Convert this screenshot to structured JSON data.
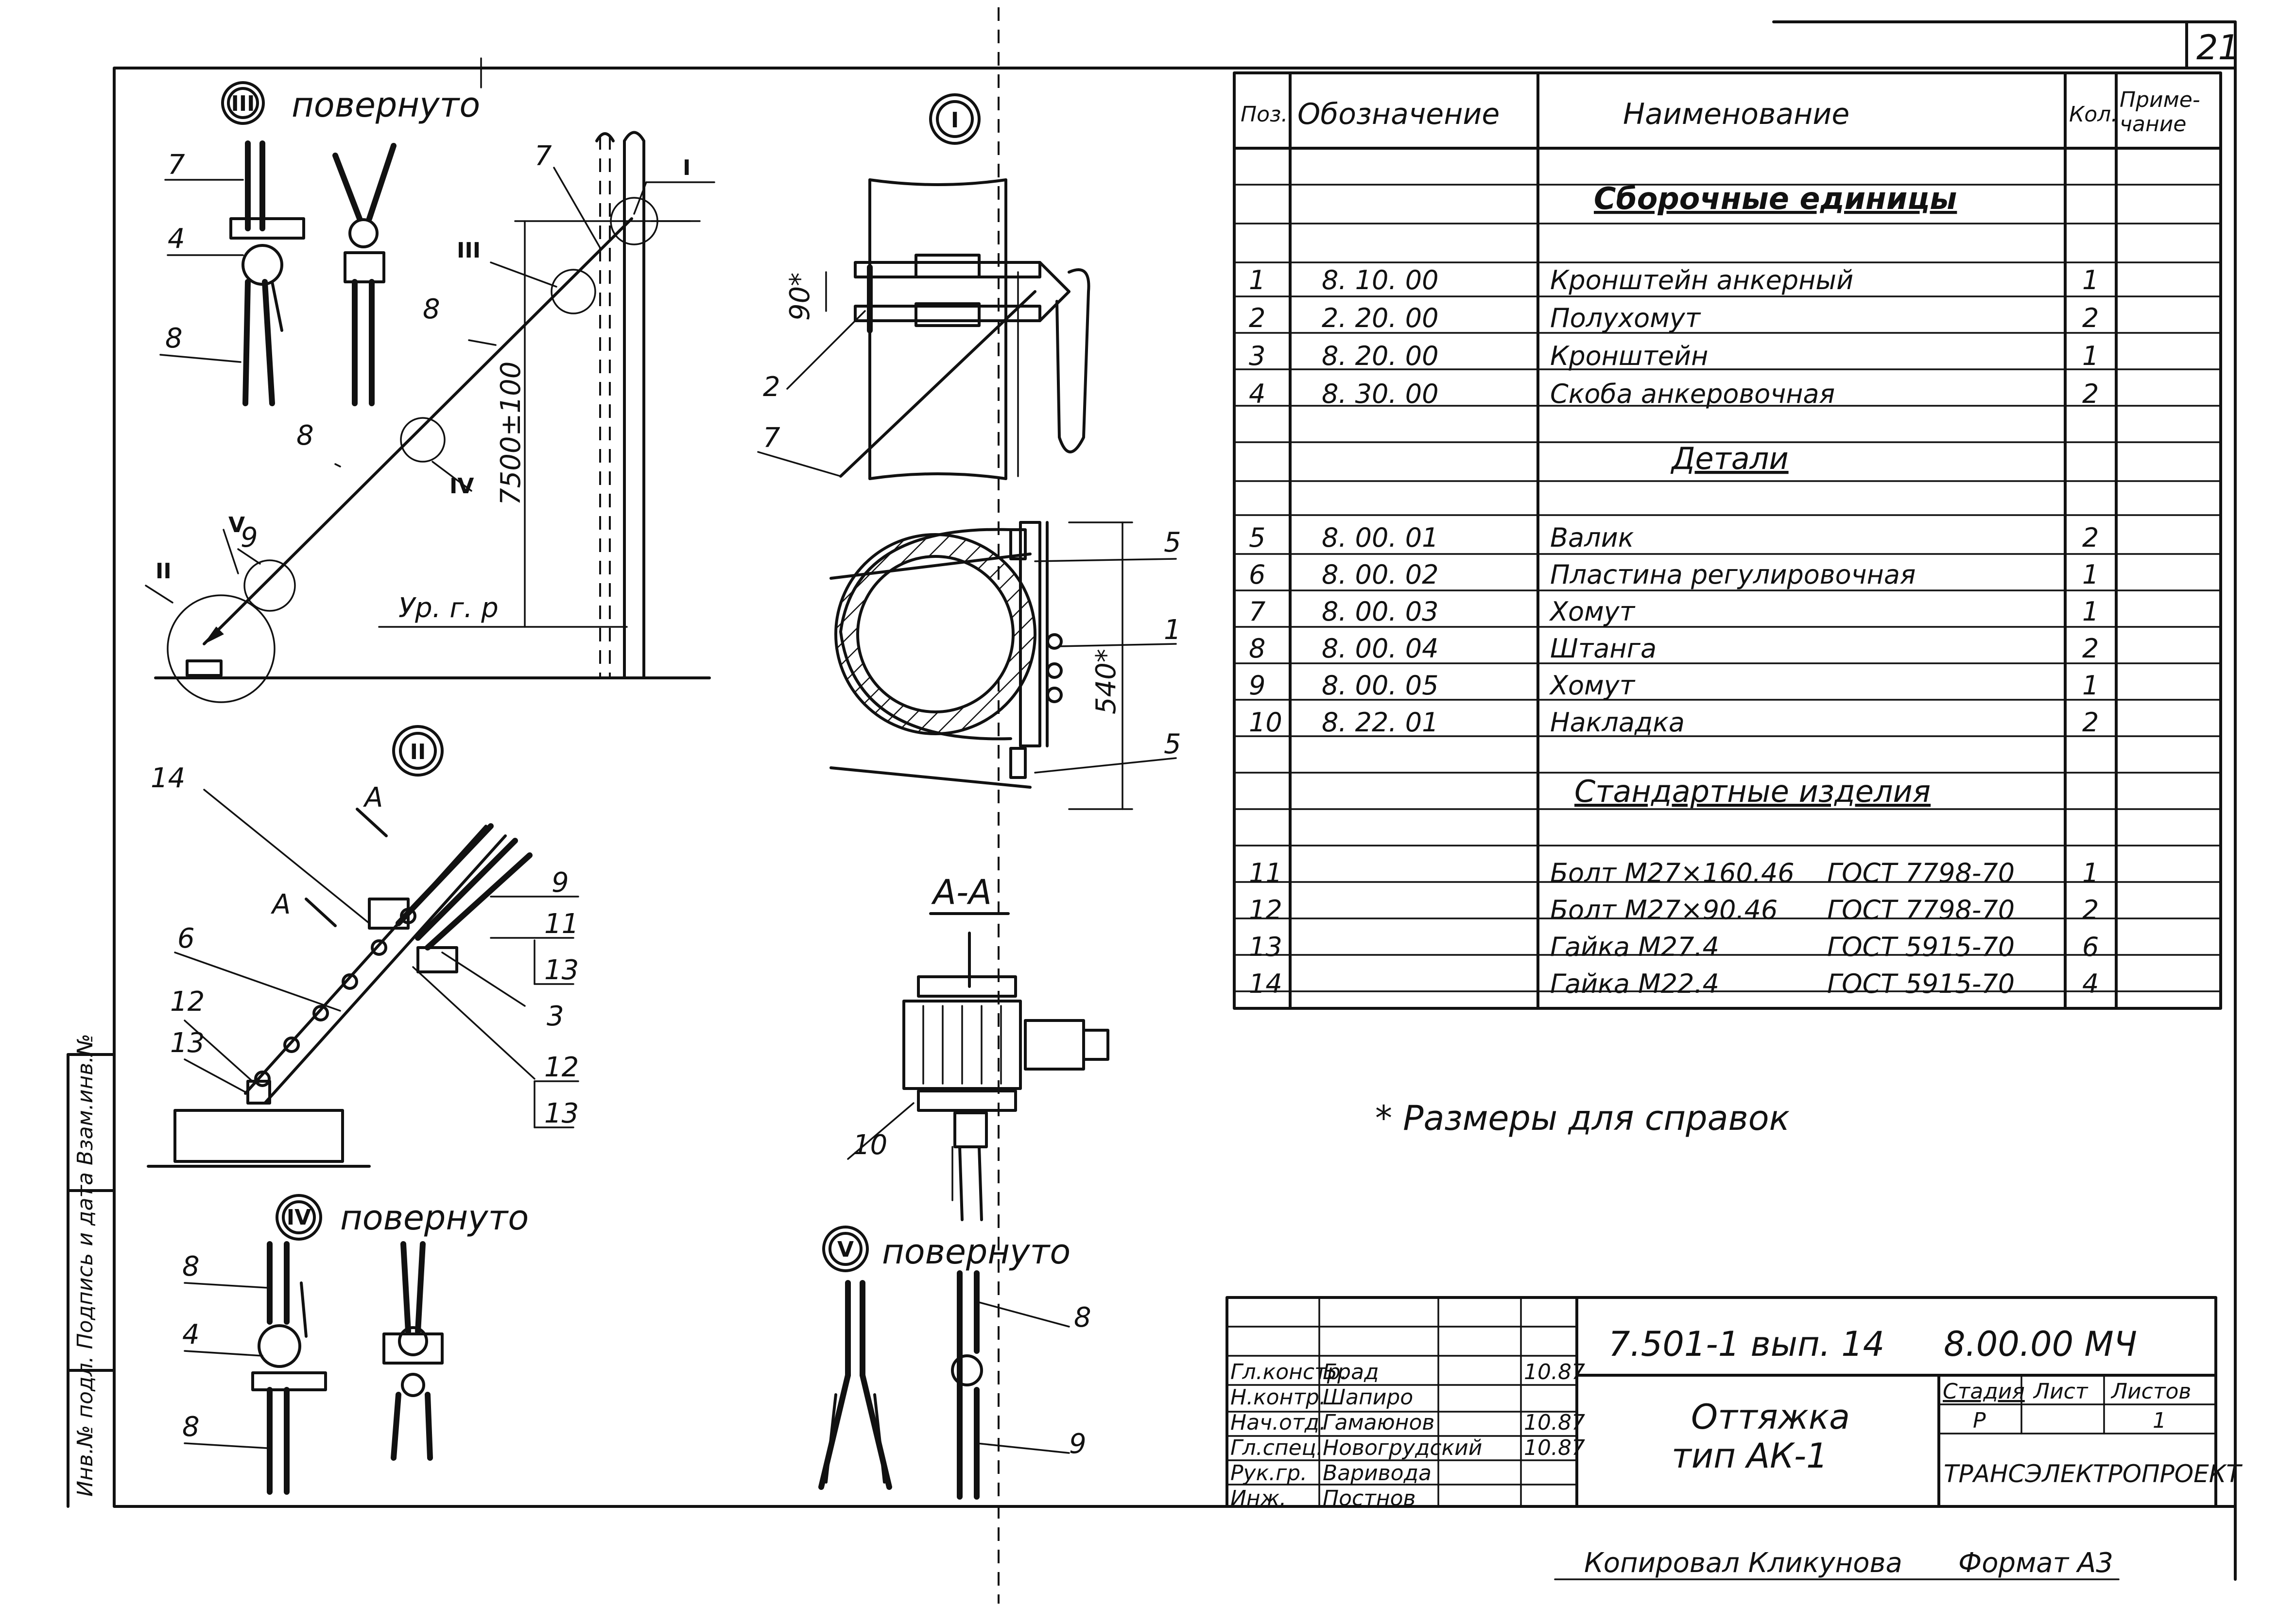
{
  "sheet": {
    "sheet_number": "21",
    "footnote": "* Размеры для справок",
    "copied_by": "Копировал Кликунова",
    "format": "Формат A3",
    "side_stamp": "Инв.№ подл. Подпись и дата Взам.инв.№"
  },
  "views": {
    "view3": {
      "roman": "III",
      "caption": "повернуто"
    },
    "view1": {
      "roman": "I"
    },
    "view2": {
      "roman": "II"
    },
    "view4": {
      "roman": "IV",
      "caption": "повернуто"
    },
    "view5": {
      "roman": "V",
      "caption": "повернуто"
    },
    "section_aa": "А-А",
    "section_letter": "А"
  },
  "callouts": {
    "n1": "1",
    "n2": "2",
    "n3": "3",
    "n4": "4",
    "n5": "5",
    "n6": "6",
    "n7": "7",
    "n8": "8",
    "n9": "9",
    "n10": "10",
    "n11": "11",
    "n12": "12",
    "n13": "13",
    "n14": "14"
  },
  "dimensions": {
    "height": "7500±100",
    "ground_level": "Ур. г. р",
    "d90": "90*",
    "d540": "540*",
    "roman_I": "I",
    "roman_II": "II",
    "roman_III": "III",
    "roman_IV": "IV",
    "roman_V": "V"
  },
  "spec_table": {
    "headers": {
      "pos": "Поз.",
      "designation": "Обозначение",
      "name": "Наименование",
      "qty": "Кол.",
      "note_line1": "Приме-",
      "note_line2": "чание"
    },
    "section_assemblies": "Сборочные единицы",
    "section_details": "Детали",
    "section_standard": "Стандартные изделия",
    "assemblies": [
      {
        "pos": "1",
        "designation": "8. 10. 00",
        "name": "Кронштейн анкерный",
        "qty": "1"
      },
      {
        "pos": "2",
        "designation": "2. 20. 00",
        "name": "Полухомут",
        "qty": "2"
      },
      {
        "pos": "3",
        "designation": "8. 20. 00",
        "name": "Кронштейн",
        "qty": "1"
      },
      {
        "pos": "4",
        "designation": "8. 30. 00",
        "name": "Скоба анкеровочная",
        "qty": "2"
      }
    ],
    "details": [
      {
        "pos": "5",
        "designation": "8. 00. 01",
        "name": "Валик",
        "qty": "2"
      },
      {
        "pos": "6",
        "designation": "8. 00. 02",
        "name": "Пластина регулировочная",
        "qty": "1"
      },
      {
        "pos": "7",
        "designation": "8. 00. 03",
        "name": "Хомут",
        "qty": "1"
      },
      {
        "pos": "8",
        "designation": "8. 00. 04",
        "name": "Штанга",
        "qty": "2"
      },
      {
        "pos": "9",
        "designation": "8. 00. 05",
        "name": "Хомут",
        "qty": "1"
      },
      {
        "pos": "10",
        "designation": "8. 22. 01",
        "name": "Накладка",
        "qty": "2"
      }
    ],
    "standard": [
      {
        "pos": "11",
        "designation": "",
        "name": "Болт М27×160.46",
        "gost": "ГОСТ 7798-70",
        "qty": "1"
      },
      {
        "pos": "12",
        "designation": "",
        "name": "Болт М27×90.46",
        "gost": "ГОСТ 7798-70",
        "qty": "2"
      },
      {
        "pos": "13",
        "designation": "",
        "name": "Гайка М27.4",
        "gost": "ГОСТ 5915-70",
        "qty": "6"
      },
      {
        "pos": "14",
        "designation": "",
        "name": "Гайка М22.4",
        "gost": "ГОСТ 5915-70",
        "qty": "4"
      }
    ]
  },
  "title_block": {
    "code": "7.501-1 вып. 14",
    "doc_number": "8.00.00 МЧ",
    "title_line1": "Оттяжка",
    "title_line2": "тип АК-1",
    "stage_label": "Стадия",
    "sheet_label": "Лист",
    "sheets_label": "Листов",
    "stage": "Р",
    "sheets": "1",
    "organization": "ТРАНСЭЛЕКТРОПРОЕКТ",
    "signers": [
      {
        "role": "Гл.констр.",
        "name": "Брад",
        "date": "10.87"
      },
      {
        "role": "Н.контр.",
        "name": "Шапиро",
        "date": ""
      },
      {
        "role": "Нач.отд.",
        "name": "Гамаюнов",
        "date": "10.87"
      },
      {
        "role": "Гл.спец.",
        "name": "Новогрудский",
        "date": "10.87"
      },
      {
        "role": "Рук.гр.",
        "name": "Варивода",
        "date": ""
      },
      {
        "role": "Инж.",
        "name": "Постнов",
        "date": ""
      }
    ]
  }
}
